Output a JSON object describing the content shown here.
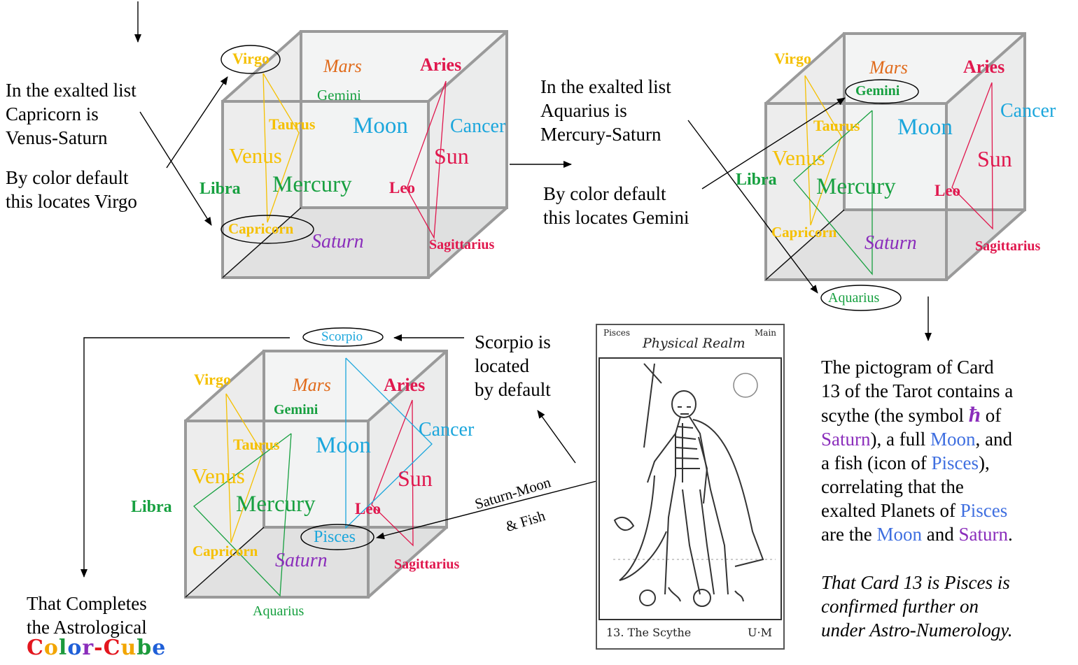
{
  "colors": {
    "orange": "#e06a1a",
    "red": "#e0184e",
    "cyan": "#1ba6dc",
    "gold": "#f5c000",
    "green": "#17a040",
    "purple": "#8a2dbb",
    "blue": "#3f6fe0",
    "violet": "#8a2dbb"
  },
  "cube1": {
    "virgo": "Virgo",
    "mars": "Mars",
    "aries": "Aries",
    "gemini": "Gemini",
    "taurus": "Taurus",
    "moon": "Moon",
    "cancer": "Cancer",
    "venus": "Venus",
    "sun": "Sun",
    "libra": "Libra",
    "mercury": "Mercury",
    "leo": "Leo",
    "capricorn": "Capricorn",
    "saturn": "Saturn",
    "sagittarius": "Sagittarius"
  },
  "cube2": {
    "virgo": "Virgo",
    "mars": "Mars",
    "aries": "Aries",
    "gemini": "Gemini",
    "taurus": "Taurus",
    "moon": "Moon",
    "cancer": "Cancer",
    "venus": "Venus",
    "sun": "Sun",
    "libra": "Libra",
    "mercury": "Mercury",
    "leo": "Leo",
    "capricorn": "Capricorn",
    "saturn": "Saturn",
    "sagittarius": "Sagittarius",
    "aquarius": "Aquarius"
  },
  "cube3": {
    "scorpio": "Scorpio",
    "virgo": "Virgo",
    "mars": "Mars",
    "aries": "Aries",
    "gemini": "Gemini",
    "taurus": "Taurus",
    "moon": "Moon",
    "cancer": "Cancer",
    "venus": "Venus",
    "sun": "Sun",
    "libra": "Libra",
    "mercury": "Mercury",
    "leo": "Leo",
    "pisces": "Pisces",
    "capricorn": "Capricorn",
    "saturn": "Saturn",
    "sagittarius": "Sagittarius",
    "aquarius": "Aquarius"
  },
  "notes": {
    "left1_l1": "In the exalted list",
    "left1_l2": "Capricorn is",
    "left1_l3": "Venus-Saturn",
    "left2_l1": "By color default",
    "left2_l2": "this locates Virgo",
    "mid1_l1": "In the exalted list",
    "mid1_l2": "Aquarius is",
    "mid1_l3": "Mercury-Saturn",
    "mid2_l1": "By color default",
    "mid2_l2": "this locates Gemini",
    "scorpio_l1": "Scorpio is",
    "scorpio_l2": "located",
    "scorpio_l3": "by default",
    "sm_l1": "Saturn-Moon",
    "sm_l2": "& Fish",
    "complete_l1": "That Completes",
    "complete_l2": "the Astrological",
    "color_cube": "Color-Cube"
  },
  "right_text": {
    "l1": "The pictogram of Card",
    "l2": "13 of the Tarot contains a",
    "l3a": "scythe (the symbol ",
    "saturn_glyph": "ħ",
    "l3b": " of",
    "l4_saturn": "Saturn",
    "l4b": "), a full ",
    "l4_moon": "Moon",
    "l4c": ", and",
    "l5a": "a fish (icon of ",
    "l5_pisces": "Pisces",
    "l5b": "),",
    "l6": "correlating that the",
    "l7a": "exalted Planets of ",
    "l7_pisces": "Pisces",
    "l8a": "are the ",
    "l8_moon": "Moon",
    "l8b": " and ",
    "l8_saturn": "Saturn",
    "l8c": ".",
    "it1": "That Card 13 is Pisces is",
    "it2": "confirmed further on",
    "it3": "under Astro-Numerology."
  },
  "card": {
    "top_left": "Pisces",
    "title": "Physical Realm",
    "top_right": "Main",
    "bottom_left": "13. The Scythe",
    "bottom_right": "U·M"
  },
  "color_cube_letters": [
    "C",
    "o",
    "l",
    "o",
    "r",
    "-",
    "C",
    "u",
    "b",
    "e"
  ],
  "color_cube_colors": [
    "#e3161e",
    "#f2a500",
    "#1c9a3c",
    "#1f5fd8",
    "#8a2dbb",
    "#e3161e",
    "#e3161e",
    "#f2a500",
    "#1c9a3c",
    "#1f5fd8"
  ]
}
